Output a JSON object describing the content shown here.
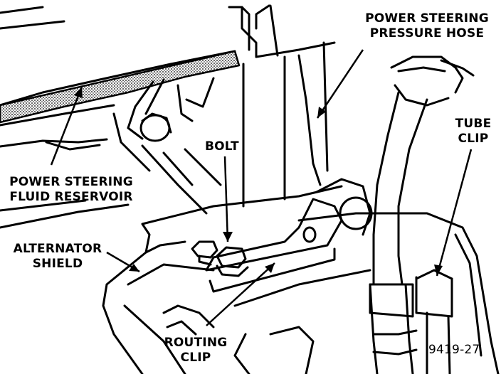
{
  "labels": {
    "pressure_hose": [
      "POWER STEERING",
      "PRESSURE HOSE"
    ],
    "tube_clip": [
      "TUBE",
      "CLIP"
    ],
    "bolt": "BOLT",
    "reservoir": [
      "POWER STEERING",
      "FLUID RESERVOIR"
    ],
    "alternator_shield": [
      "ALTERNATOR",
      "SHIELD"
    ],
    "routing_clip": [
      "ROUTING",
      "CLIP"
    ],
    "figure_number": "9419-27"
  },
  "colors": {
    "ink": "#000000",
    "paper": "#ffffff"
  }
}
